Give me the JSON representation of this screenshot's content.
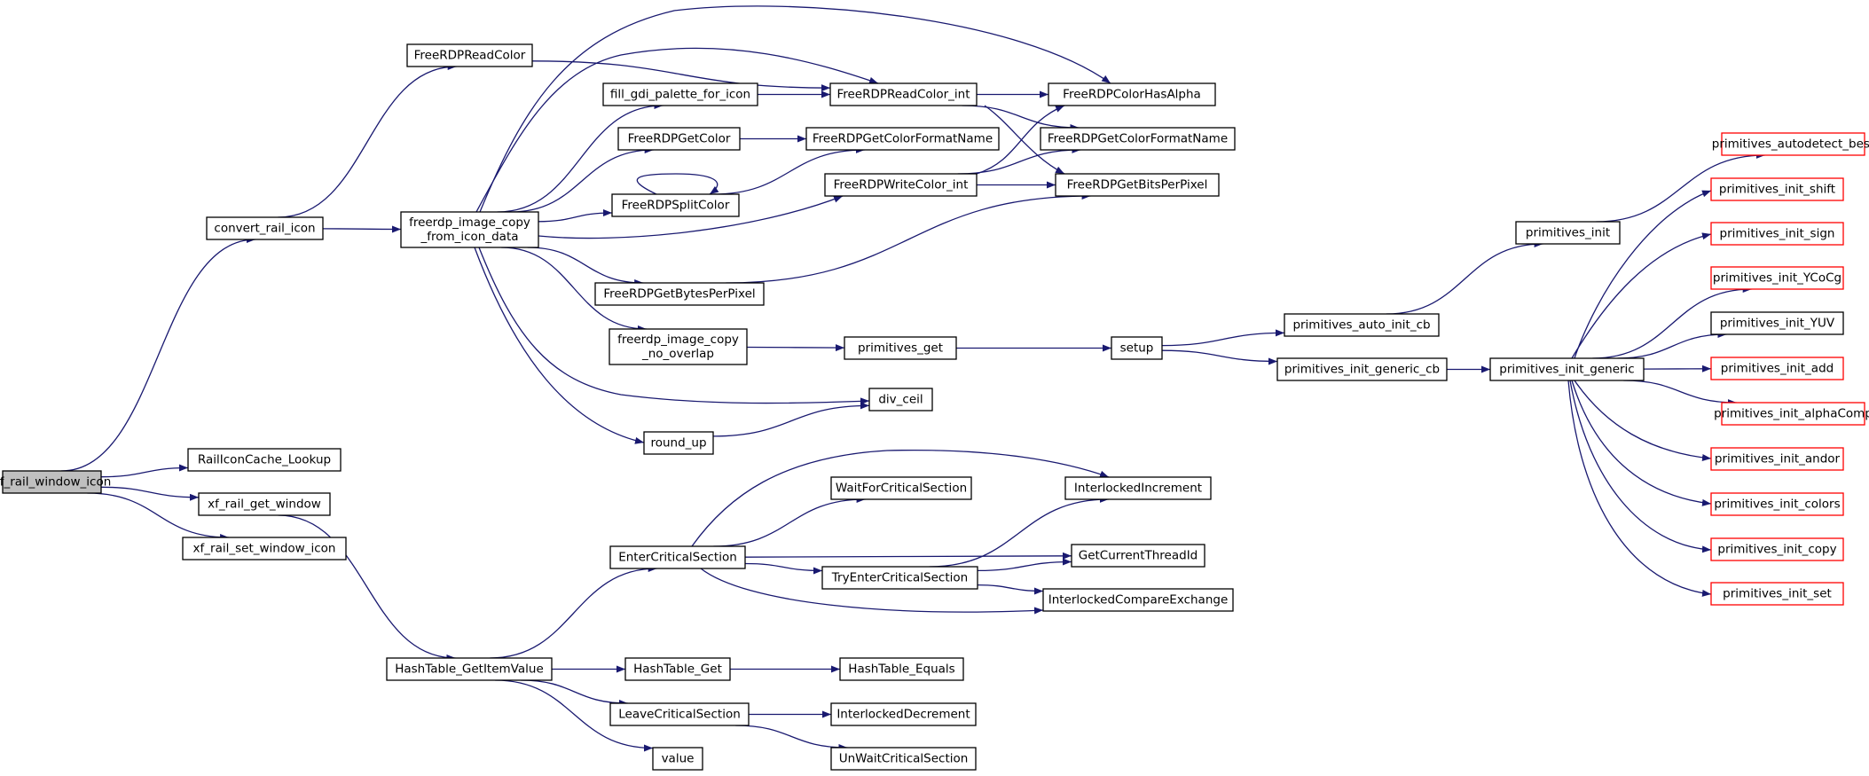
{
  "graph": {
    "root": "xf_rail_window_icon",
    "colors": {
      "edge": "#191970",
      "node_border": "#000000",
      "truncated_border": "#ff0000",
      "root_fill": "#bfbfbf"
    },
    "nodes": [
      {
        "id": "xf_rail_window_icon",
        "lines": [
          "xf_rail_window_icon"
        ]
      },
      {
        "id": "convert_rail_icon",
        "lines": [
          "convert_rail_icon"
        ]
      },
      {
        "id": "RailIconCache_Lookup",
        "lines": [
          "RailIconCache_Lookup"
        ]
      },
      {
        "id": "xf_rail_get_window",
        "lines": [
          "xf_rail_get_window"
        ]
      },
      {
        "id": "xf_rail_set_window_icon",
        "lines": [
          "xf_rail_set_window_icon"
        ]
      },
      {
        "id": "FreeRDPReadColor",
        "lines": [
          "FreeRDPReadColor"
        ]
      },
      {
        "id": "freerdp_image_copy_from_icon_data",
        "lines": [
          "freerdp_image_copy",
          "_from_icon_data"
        ]
      },
      {
        "id": "HashTable_GetItemValue",
        "lines": [
          "HashTable_GetItemValue"
        ]
      },
      {
        "id": "fill_gdi_palette_for_icon",
        "lines": [
          "fill_gdi_palette_for_icon"
        ]
      },
      {
        "id": "FreeRDPGetColor",
        "lines": [
          "FreeRDPGetColor"
        ]
      },
      {
        "id": "FreeRDPSplitColor",
        "lines": [
          "FreeRDPSplitColor"
        ]
      },
      {
        "id": "FreeRDPGetBytesPerPixel",
        "lines": [
          "FreeRDPGetBytesPerPixel"
        ]
      },
      {
        "id": "freerdp_image_copy_no_overlap",
        "lines": [
          "freerdp_image_copy",
          "_no_overlap"
        ]
      },
      {
        "id": "round_up",
        "lines": [
          "round_up"
        ]
      },
      {
        "id": "EnterCriticalSection",
        "lines": [
          "EnterCriticalSection"
        ]
      },
      {
        "id": "HashTable_Get",
        "lines": [
          "HashTable_Get"
        ]
      },
      {
        "id": "LeaveCriticalSection",
        "lines": [
          "LeaveCriticalSection"
        ]
      },
      {
        "id": "value",
        "lines": [
          "value"
        ]
      },
      {
        "id": "FreeRDPReadColor_int",
        "lines": [
          "FreeRDPReadColor_int"
        ]
      },
      {
        "id": "FreeRDPGetColorFormatName_a",
        "lines": [
          "FreeRDPGetColorFormatName"
        ]
      },
      {
        "id": "FreeRDPWriteColor_int",
        "lines": [
          "FreeRDPWriteColor_int"
        ]
      },
      {
        "id": "primitives_get",
        "lines": [
          "primitives_get"
        ]
      },
      {
        "id": "div_ceil",
        "lines": [
          "div_ceil"
        ]
      },
      {
        "id": "WaitForCriticalSection",
        "lines": [
          "WaitForCriticalSection"
        ]
      },
      {
        "id": "TryEnterCriticalSection",
        "lines": [
          "TryEnterCriticalSection"
        ]
      },
      {
        "id": "HashTable_Equals",
        "lines": [
          "HashTable_Equals"
        ]
      },
      {
        "id": "InterlockedDecrement",
        "lines": [
          "InterlockedDecrement"
        ]
      },
      {
        "id": "UnWaitCriticalSection",
        "lines": [
          "UnWaitCriticalSection"
        ]
      },
      {
        "id": "FreeRDPColorHasAlpha",
        "lines": [
          "FreeRDPColorHasAlpha"
        ]
      },
      {
        "id": "FreeRDPGetColorFormatName_b",
        "lines": [
          "FreeRDPGetColorFormatName"
        ]
      },
      {
        "id": "FreeRDPGetBitsPerPixel",
        "lines": [
          "FreeRDPGetBitsPerPixel"
        ]
      },
      {
        "id": "setup",
        "lines": [
          "setup"
        ]
      },
      {
        "id": "InterlockedIncrement",
        "lines": [
          "InterlockedIncrement"
        ]
      },
      {
        "id": "GetCurrentThreadId",
        "lines": [
          "GetCurrentThreadId"
        ]
      },
      {
        "id": "InterlockedCompareExchange",
        "lines": [
          "InterlockedCompareExchange"
        ]
      },
      {
        "id": "primitives_auto_init_cb",
        "lines": [
          "primitives_auto_init_cb"
        ]
      },
      {
        "id": "primitives_init_generic_cb",
        "lines": [
          "primitives_init_generic_cb"
        ]
      },
      {
        "id": "primitives_init",
        "lines": [
          "primitives_init"
        ]
      },
      {
        "id": "primitives_init_generic",
        "lines": [
          "primitives_init_generic"
        ]
      },
      {
        "id": "primitives_autodetect_best",
        "lines": [
          "primitives_autodetect_best"
        ],
        "truncated": true
      },
      {
        "id": "primitives_init_shift",
        "lines": [
          "primitives_init_shift"
        ],
        "truncated": true
      },
      {
        "id": "primitives_init_sign",
        "lines": [
          "primitives_init_sign"
        ],
        "truncated": true
      },
      {
        "id": "primitives_init_YCoCg",
        "lines": [
          "primitives_init_YCoCg"
        ],
        "truncated": true
      },
      {
        "id": "primitives_init_YUV",
        "lines": [
          "primitives_init_YUV"
        ]
      },
      {
        "id": "primitives_init_add",
        "lines": [
          "primitives_init_add"
        ],
        "truncated": true
      },
      {
        "id": "primitives_init_alphaComp",
        "lines": [
          "primitives_init_alphaComp"
        ],
        "truncated": true
      },
      {
        "id": "primitives_init_andor",
        "lines": [
          "primitives_init_andor"
        ],
        "truncated": true
      },
      {
        "id": "primitives_init_colors",
        "lines": [
          "primitives_init_colors"
        ],
        "truncated": true
      },
      {
        "id": "primitives_init_copy",
        "lines": [
          "primitives_init_copy"
        ],
        "truncated": true
      },
      {
        "id": "primitives_init_set",
        "lines": [
          "primitives_init_set"
        ],
        "truncated": true
      }
    ],
    "edges": [
      [
        "xf_rail_window_icon",
        "convert_rail_icon"
      ],
      [
        "xf_rail_window_icon",
        "RailIconCache_Lookup"
      ],
      [
        "xf_rail_window_icon",
        "xf_rail_get_window"
      ],
      [
        "xf_rail_window_icon",
        "xf_rail_set_window_icon"
      ],
      [
        "convert_rail_icon",
        "FreeRDPReadColor"
      ],
      [
        "convert_rail_icon",
        "freerdp_image_copy_from_icon_data"
      ],
      [
        "FreeRDPReadColor",
        "FreeRDPReadColor_int"
      ],
      [
        "freerdp_image_copy_from_icon_data",
        "FreeRDPColorHasAlpha"
      ],
      [
        "freerdp_image_copy_from_icon_data",
        "FreeRDPReadColor_int"
      ],
      [
        "freerdp_image_copy_from_icon_data",
        "fill_gdi_palette_for_icon"
      ],
      [
        "freerdp_image_copy_from_icon_data",
        "FreeRDPGetColor"
      ],
      [
        "freerdp_image_copy_from_icon_data",
        "FreeRDPSplitColor"
      ],
      [
        "freerdp_image_copy_from_icon_data",
        "FreeRDPWriteColor_int"
      ],
      [
        "freerdp_image_copy_from_icon_data",
        "FreeRDPGetBytesPerPixel"
      ],
      [
        "freerdp_image_copy_from_icon_data",
        "freerdp_image_copy_no_overlap"
      ],
      [
        "freerdp_image_copy_from_icon_data",
        "div_ceil"
      ],
      [
        "freerdp_image_copy_from_icon_data",
        "round_up"
      ],
      [
        "fill_gdi_palette_for_icon",
        "FreeRDPReadColor_int"
      ],
      [
        "FreeRDPGetColor",
        "FreeRDPGetColorFormatName_a"
      ],
      [
        "FreeRDPSplitColor",
        "FreeRDPSplitColor"
      ],
      [
        "FreeRDPSplitColor",
        "FreeRDPGetColorFormatName_a"
      ],
      [
        "FreeRDPReadColor_int",
        "FreeRDPColorHasAlpha"
      ],
      [
        "FreeRDPReadColor_int",
        "FreeRDPGetColorFormatName_b"
      ],
      [
        "FreeRDPReadColor_int",
        "FreeRDPGetBitsPerPixel"
      ],
      [
        "FreeRDPWriteColor_int",
        "FreeRDPColorHasAlpha"
      ],
      [
        "FreeRDPWriteColor_int",
        "FreeRDPGetColorFormatName_b"
      ],
      [
        "FreeRDPWriteColor_int",
        "FreeRDPGetBitsPerPixel"
      ],
      [
        "FreeRDPGetBytesPerPixel",
        "FreeRDPGetBitsPerPixel"
      ],
      [
        "freerdp_image_copy_no_overlap",
        "primitives_get"
      ],
      [
        "primitives_get",
        "setup"
      ],
      [
        "round_up",
        "div_ceil"
      ],
      [
        "setup",
        "primitives_auto_init_cb"
      ],
      [
        "setup",
        "primitives_init_generic_cb"
      ],
      [
        "primitives_auto_init_cb",
        "primitives_init"
      ],
      [
        "primitives_init_generic_cb",
        "primitives_init_generic"
      ],
      [
        "primitives_init",
        "primitives_autodetect_best"
      ],
      [
        "primitives_init_generic",
        "primitives_init_shift"
      ],
      [
        "primitives_init_generic",
        "primitives_init_sign"
      ],
      [
        "primitives_init_generic",
        "primitives_init_YCoCg"
      ],
      [
        "primitives_init_generic",
        "primitives_init_YUV"
      ],
      [
        "primitives_init_generic",
        "primitives_init_add"
      ],
      [
        "primitives_init_generic",
        "primitives_init_alphaComp"
      ],
      [
        "primitives_init_generic",
        "primitives_init_andor"
      ],
      [
        "primitives_init_generic",
        "primitives_init_colors"
      ],
      [
        "primitives_init_generic",
        "primitives_init_copy"
      ],
      [
        "primitives_init_generic",
        "primitives_init_set"
      ],
      [
        "xf_rail_get_window",
        "HashTable_GetItemValue"
      ],
      [
        "HashTable_GetItemValue",
        "EnterCriticalSection"
      ],
      [
        "HashTable_GetItemValue",
        "HashTable_Get"
      ],
      [
        "HashTable_GetItemValue",
        "LeaveCriticalSection"
      ],
      [
        "HashTable_GetItemValue",
        "value"
      ],
      [
        "HashTable_Get",
        "HashTable_Equals"
      ],
      [
        "EnterCriticalSection",
        "InterlockedIncrement"
      ],
      [
        "EnterCriticalSection",
        "WaitForCriticalSection"
      ],
      [
        "EnterCriticalSection",
        "GetCurrentThreadId"
      ],
      [
        "EnterCriticalSection",
        "TryEnterCriticalSection"
      ],
      [
        "EnterCriticalSection",
        "InterlockedCompareExchange"
      ],
      [
        "TryEnterCriticalSection",
        "InterlockedIncrement"
      ],
      [
        "TryEnterCriticalSection",
        "GetCurrentThreadId"
      ],
      [
        "TryEnterCriticalSection",
        "InterlockedCompareExchange"
      ],
      [
        "LeaveCriticalSection",
        "InterlockedDecrement"
      ],
      [
        "LeaveCriticalSection",
        "UnWaitCriticalSection"
      ]
    ]
  }
}
